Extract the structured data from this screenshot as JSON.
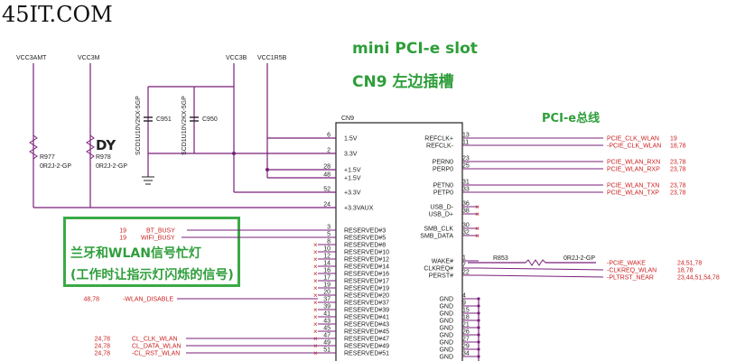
{
  "watermark": "45IT.COM",
  "annotations": {
    "title1": "mini PCI-e slot",
    "title2": "CN9 左边插槽",
    "bus": "PCI-e总线",
    "dy": "DY",
    "led1": "兰牙和WLAN信号忙灯",
    "led2": "(工作时让指示灯闪烁的信号)"
  },
  "power_rails": [
    "VCC3AMT",
    "VCC3M",
    "VCC3B",
    "VCC1R5B"
  ],
  "caps": [
    {
      "ref": "C951",
      "part": "SCD1U10V2KX-5GP"
    },
    {
      "ref": "C950",
      "part": "SCD1U10V2KX-5GP"
    }
  ],
  "resistors": [
    {
      "ref": "R977",
      "value": "0R2J-2-GP"
    },
    {
      "ref": "R978",
      "value": "0R2J-2-GP"
    },
    {
      "ref": "R853",
      "value": "0R2J-2-GP"
    }
  ],
  "connector": {
    "ref": "CN9",
    "left_pins": [
      {
        "pin": "6",
        "name": "1.5V"
      },
      {
        "pin": "2",
        "name": "3.3V"
      },
      {
        "pin": "28",
        "name": "+1.5V"
      },
      {
        "pin": "48",
        "name": "+1.5V"
      },
      {
        "pin": "52",
        "name": "+3.3V"
      },
      {
        "pin": "24",
        "name": "+3.3VAUX"
      },
      {
        "pin": "3",
        "name": "RESERVED#3"
      },
      {
        "pin": "5",
        "name": "RESERVED#5"
      },
      {
        "pin": "8",
        "name": "RESERVED#8"
      },
      {
        "pin": "10",
        "name": "RESERVED#10"
      },
      {
        "pin": "12",
        "name": "RESERVED#12"
      },
      {
        "pin": "14",
        "name": "RESERVED#14"
      },
      {
        "pin": "16",
        "name": "RESERVED#16"
      },
      {
        "pin": "17",
        "name": "RESERVED#17"
      },
      {
        "pin": "19",
        "name": "RESERVED#19"
      },
      {
        "pin": "20",
        "name": "RESERVED#20"
      },
      {
        "pin": "37",
        "name": "RESERVED#37"
      },
      {
        "pin": "39",
        "name": "RESERVED#39"
      },
      {
        "pin": "41",
        "name": "RESERVED#41"
      },
      {
        "pin": "43",
        "name": "RESERVED#43"
      },
      {
        "pin": "45",
        "name": "RESERVED#45"
      },
      {
        "pin": "47",
        "name": "RESERVED#47"
      },
      {
        "pin": "49",
        "name": "RESERVED#49"
      },
      {
        "pin": "51",
        "name": "RESERVED#51"
      }
    ],
    "right_pins": [
      {
        "pin": "13",
        "name": "REFCLK+"
      },
      {
        "pin": "11",
        "name": "REFCLK-"
      },
      {
        "pin": "23",
        "name": "PERN0"
      },
      {
        "pin": "25",
        "name": "PERP0"
      },
      {
        "pin": "31",
        "name": "PETN0"
      },
      {
        "pin": "33",
        "name": "PETP0"
      },
      {
        "pin": "36",
        "name": "USB_D-"
      },
      {
        "pin": "38",
        "name": "USB_D+"
      },
      {
        "pin": "30",
        "name": "SMB_CLK"
      },
      {
        "pin": "32",
        "name": "SMB_DATA"
      },
      {
        "pin": "1",
        "name": "WAKE#"
      },
      {
        "pin": "7",
        "name": "CLKREQ#"
      },
      {
        "pin": "22",
        "name": "PERST#"
      },
      {
        "pin": "4",
        "name": "GND"
      },
      {
        "pin": "9",
        "name": "GND"
      },
      {
        "pin": "15",
        "name": "GND"
      },
      {
        "pin": "18",
        "name": "GND"
      },
      {
        "pin": "21",
        "name": "GND"
      },
      {
        "pin": "26",
        "name": "GND"
      },
      {
        "pin": "27",
        "name": "GND"
      },
      {
        "pin": "29",
        "name": "GND"
      },
      {
        "pin": "34",
        "name": "GND"
      }
    ]
  },
  "right_nets": [
    {
      "label": "PCIE_CLK_WLAN",
      "pages": "19"
    },
    {
      "label": "-PCIE_CLK_WLAN",
      "pages": "18,78"
    },
    {
      "label": "PCIE_WLAN_RXN",
      "pages": "23,78"
    },
    {
      "label": "PCIE_WLAN_RXP",
      "pages": "23,78"
    },
    {
      "label": "PCIE_WLAN_TXN",
      "pages": "23,78"
    },
    {
      "label": "PCIE_WLAN_TXP",
      "pages": "23,78"
    },
    {
      "label": "-PCIE_WAKE",
      "pages": "24,51,78"
    },
    {
      "label": "-CLKREQ_WLAN",
      "pages": "18,78"
    },
    {
      "label": "-PLTRST_NEAR",
      "pages": "23,44,51,54,78"
    }
  ],
  "left_nets": [
    {
      "pages": "19",
      "label": "BT_BUSY"
    },
    {
      "pages": "19",
      "label": "WIFI_BUSY"
    },
    {
      "pages": "48,78",
      "label": "-WLAN_DISABLE"
    },
    {
      "pages": "24,78",
      "label": "CL_CLK_WLAN"
    },
    {
      "pages": "24,78",
      "label": "CL_DATA_WLAN"
    },
    {
      "pages": "24,78",
      "label": "-CL_RST_WLAN"
    }
  ],
  "colors": {
    "wire": "#7a1f7a",
    "net": "#cc2222",
    "text": "#222222",
    "green": "#2e9e3a"
  }
}
